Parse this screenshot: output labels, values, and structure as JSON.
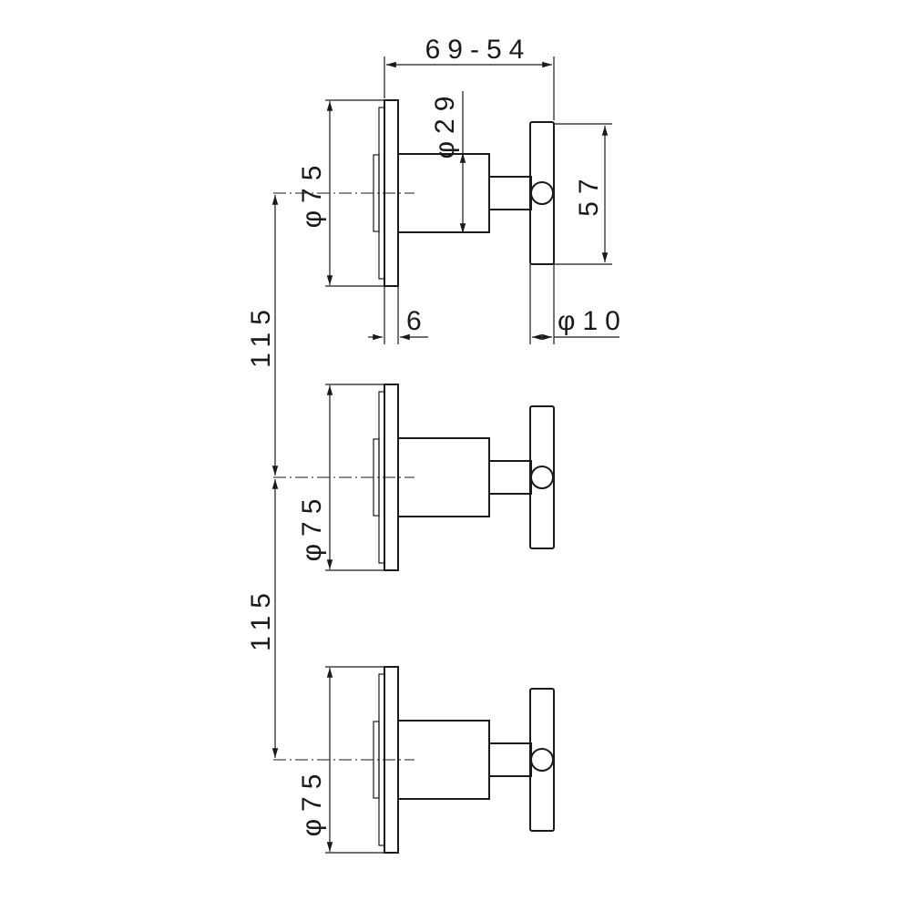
{
  "dimensions": {
    "projection_range": "69-54",
    "stem_diameter": "φ29",
    "handle_length": "57",
    "handle_diameter": "φ10",
    "plate_thickness": "6",
    "spacing_upper": "115",
    "spacing_lower": "115",
    "plate_diameter_top": "φ75",
    "plate_diameter_middle": "φ75",
    "plate_diameter_bottom": "φ75"
  },
  "colors": {
    "line": "#1a1a1a",
    "background": "#ffffff"
  }
}
